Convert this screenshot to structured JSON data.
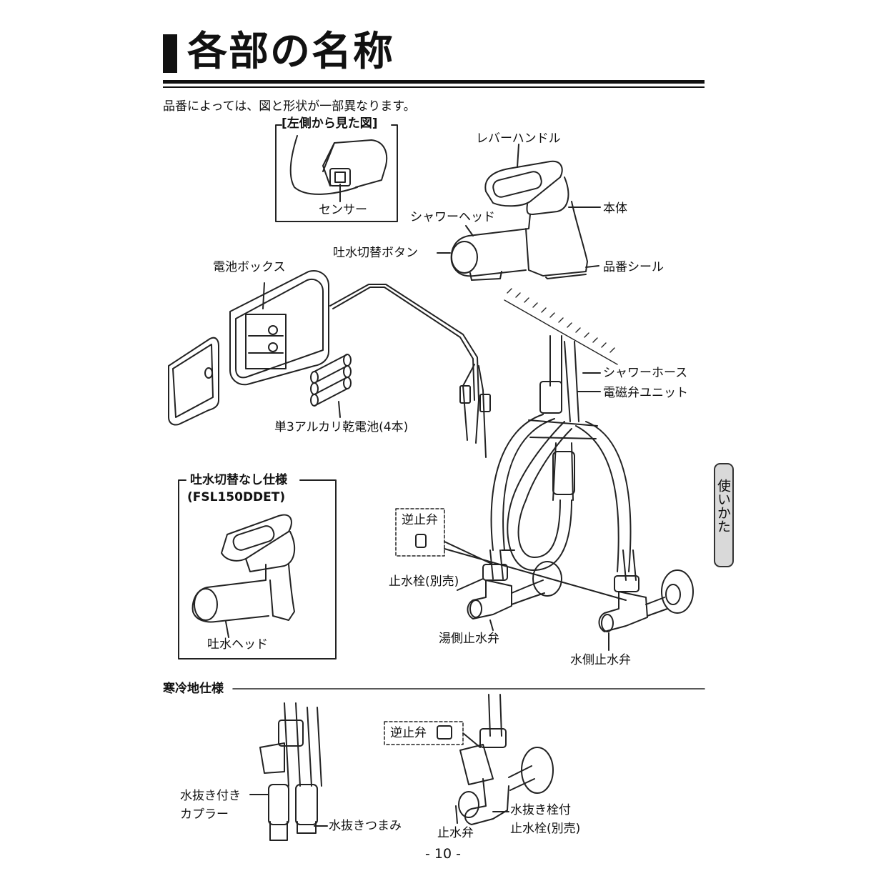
{
  "page": {
    "title": "各部の名称",
    "note": "品番によっては、図と形状が一部異なります。",
    "page_number": "- 10 -",
    "side_tab": "使いかた"
  },
  "inset_left_view": {
    "heading": "[左側から見た図]",
    "sensor_label": "センサー"
  },
  "main_labels": {
    "lever_handle": "レバーハンドル",
    "body": "本体",
    "shower_head": "シャワーヘッド",
    "switch_button": "吐水切替ボタン",
    "model_seal": "品番シール",
    "battery_box": "電池ボックス",
    "shower_hose": "シャワーホース",
    "solenoid_unit": "電磁弁ユニット",
    "batteries": "単3アルカリ乾電池(4本)",
    "check_valve": "逆止弁",
    "stop_valve_sold_separately": "止水栓(別売)",
    "hot_side_valve": "湯側止水弁",
    "cold_side_valve": "水側止水弁"
  },
  "no_switch_spec": {
    "heading": "吐水切替なし仕様",
    "model": "(FSL150DDET)",
    "spout_head": "吐水ヘッド"
  },
  "cold_region_spec": {
    "heading": "寒冷地仕様",
    "drain_coupler_line1": "水抜き付き",
    "drain_coupler_line2": "カプラー",
    "drain_knob": "水抜きつまみ",
    "check_valve": "逆止弁",
    "stop_valve": "止水弁",
    "drain_stopcock_line1": "水抜き栓付",
    "drain_stopcock_line2": "止水栓(別売)"
  }
}
